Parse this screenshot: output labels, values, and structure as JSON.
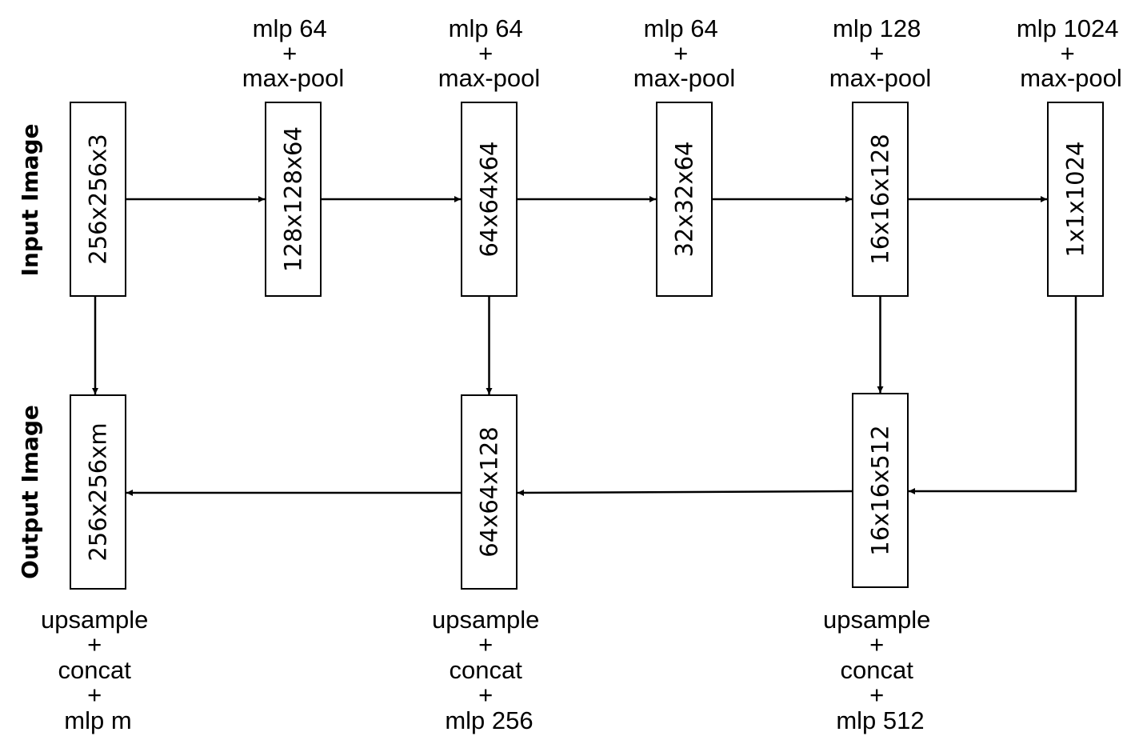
{
  "row_labels": {
    "input": "Input Image",
    "output": "Output Image"
  },
  "encoder": [
    {
      "shape": "256x256x3"
    },
    {
      "shape": "128x128x64",
      "op": [
        "mlp 64",
        "+",
        "max-pool"
      ]
    },
    {
      "shape": "64x64x64",
      "op": [
        "mlp 64",
        "+",
        "max-pool"
      ]
    },
    {
      "shape": "32x32x64",
      "op": [
        "mlp 64",
        "+",
        "max-pool"
      ]
    },
    {
      "shape": "16x16x128",
      "op": [
        "mlp 128",
        "+",
        "max-pool"
      ]
    },
    {
      "shape": "1x1x1024",
      "op": [
        "mlp 1024",
        "+",
        "max-pool"
      ]
    }
  ],
  "decoder": [
    {
      "shape": "256x256xm",
      "op": [
        "upsample",
        "+",
        "concat",
        "+",
        "mlp m"
      ]
    },
    {
      "shape": "64x64x128",
      "op": [
        "upsample",
        "+",
        "concat",
        "+",
        "mlp 256"
      ]
    },
    {
      "shape": "16x16x512",
      "op": [
        "upsample",
        "+",
        "concat",
        "+",
        "mlp 512"
      ]
    }
  ]
}
